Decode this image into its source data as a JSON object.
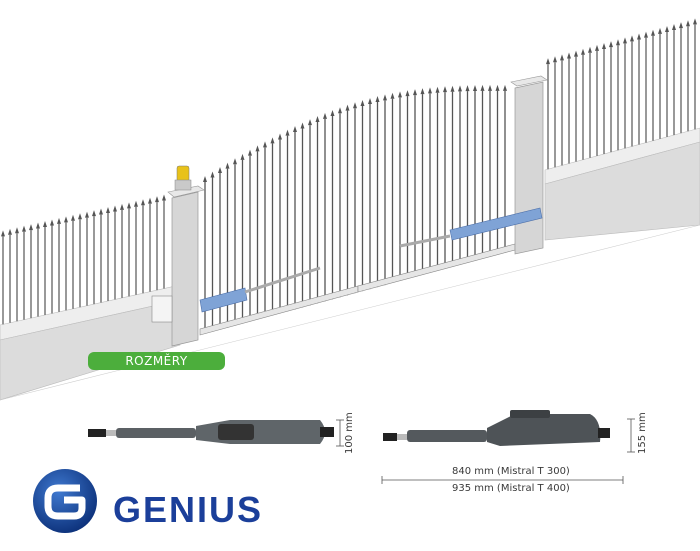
{
  "section_label": "ROZMĚRY",
  "dimensions": {
    "small_height": "100 mm",
    "large_height": "155 mm",
    "length_t300": "840 mm (Mistral   T 300)",
    "length_t400": "935 mm (Mistral   T 400)"
  },
  "brand": {
    "name": "GENIUS",
    "logo_letter": "G"
  },
  "colors": {
    "label_green": "#4cae3c",
    "brand_blue": "#1b3f9a",
    "accent_orange": "#f39a1e",
    "actuator_blue": "#7fa3d6"
  }
}
